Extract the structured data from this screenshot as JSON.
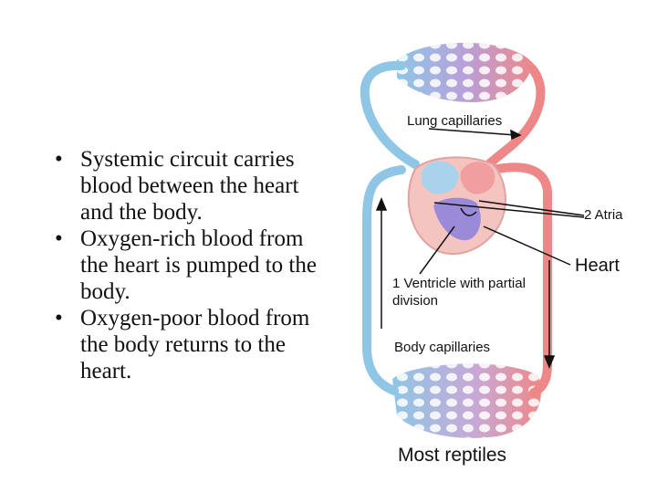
{
  "bullets": [
    "Systemic circuit carries blood between the heart and the body.",
    "Oxygen-rich blood from the heart is pumped to the body.",
    "Oxygen-poor blood from the body returns to the heart."
  ],
  "labels": {
    "lung_capillaries": "Lung capillaries",
    "atria": "2 Atria",
    "heart": "Heart",
    "ventricle": "1 Ventricle with partial division",
    "body_capillaries": "Body capillaries",
    "title": "Most reptiles"
  },
  "colors": {
    "oxygen_poor": "#8fc6e6",
    "oxygen_rich": "#ee8888",
    "mixed": "#b8a0d8",
    "ventricle": "#9a8ad8",
    "heart_wall": "#f3c4c0",
    "pointer": "#111111"
  }
}
